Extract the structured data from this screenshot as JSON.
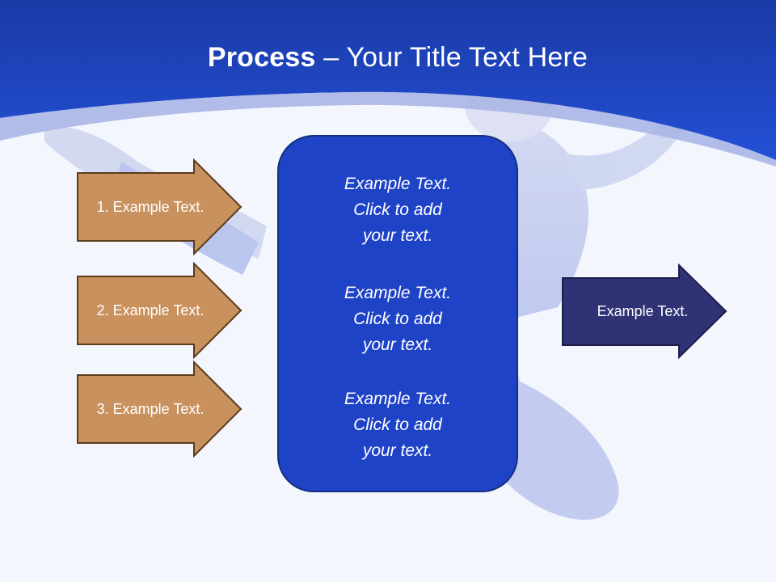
{
  "title": {
    "bold": "Process",
    "rest": " – Your Title Text Here"
  },
  "left_arrows": [
    {
      "label": "1. Example Text."
    },
    {
      "label": "2. Example Text."
    },
    {
      "label": "3. Example Text."
    }
  ],
  "center_box": {
    "items": [
      {
        "line1": "Example Text.",
        "line2": "Click  to add",
        "line3": "your text."
      },
      {
        "line1": "Example Text.",
        "line2": "Click  to add",
        "line3": "your text."
      },
      {
        "line1": "Example Text.",
        "line2": "Click  to add",
        "line3": "your text."
      }
    ]
  },
  "right_arrow": {
    "label": "Example Text."
  },
  "colors": {
    "header_blue": "#1e48c8",
    "box_blue": "#1f43c7",
    "left_arrow_fill": "#c9915e",
    "left_arrow_stroke": "#5c3a1a",
    "right_arrow_fill": "#2f3375"
  }
}
